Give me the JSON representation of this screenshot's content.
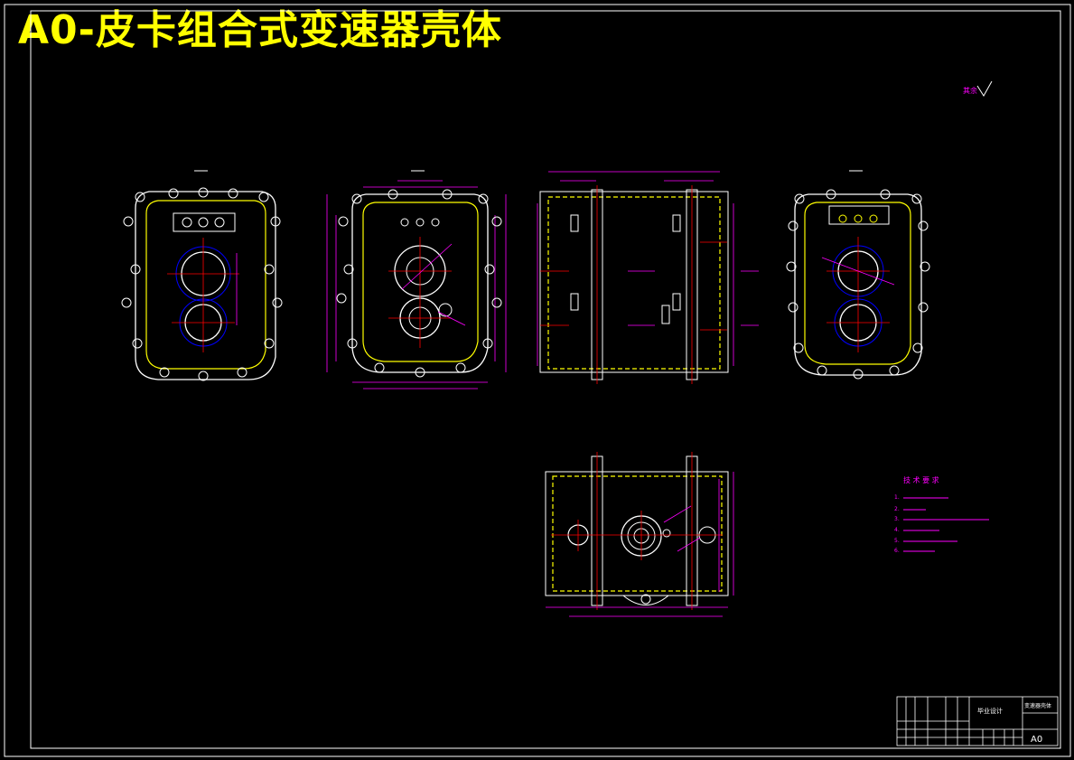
{
  "title": "A0-皮卡组合式变速器壳体",
  "surface_mark": "其余",
  "tech_requirements": {
    "heading": "技 术 要 求",
    "items": [
      "1.",
      "2.",
      "3.",
      "4.",
      "5.",
      "6."
    ]
  },
  "title_block": {
    "project": "毕业设计",
    "drawing_name": "变速器壳体",
    "size": "A0"
  },
  "colors": {
    "background": "#000000",
    "outline": "#ffffff",
    "hidden": "#ffff00",
    "dimension": "#ff00ff",
    "centerline": "#ff0000",
    "circle": "#0000ff"
  }
}
